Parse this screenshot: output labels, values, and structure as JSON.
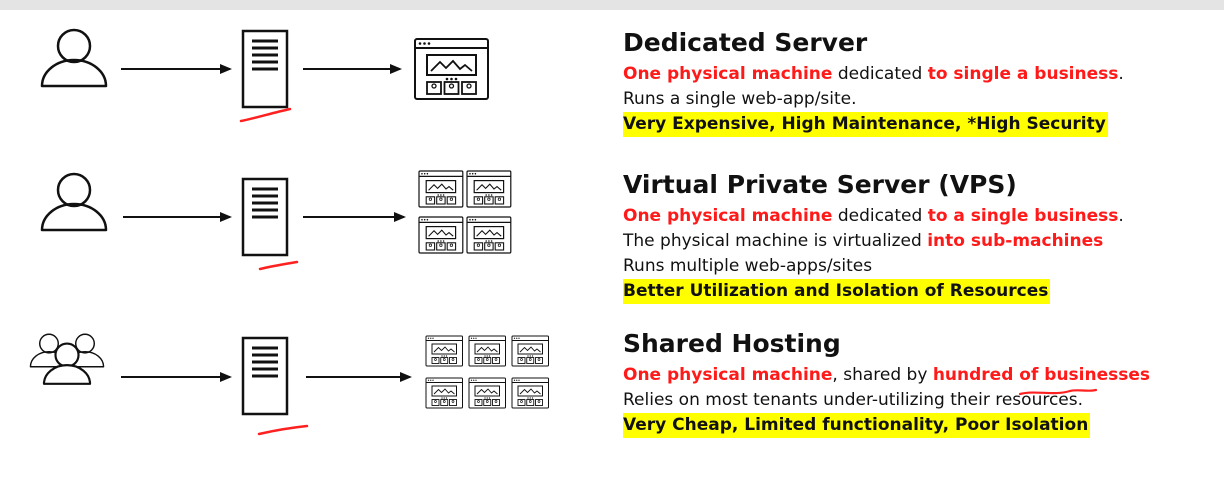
{
  "sections": [
    {
      "title": "Dedicated Server",
      "line1": {
        "a": "One physical machine",
        "b": " dedicated ",
        "c": "to single a business",
        "d": "."
      },
      "line2": "Runs a single web-app/site.",
      "highlight": "Very Expensive, High Maintenance, *High Security"
    },
    {
      "title": "Virtual Private Server (VPS)",
      "line1": {
        "a": "One physical machine",
        "b": " dedicated ",
        "c": "to a single business",
        "d": "."
      },
      "line2": {
        "a": "The physical machine is virtualized ",
        "b": "into sub-machines"
      },
      "line3": "Runs multiple web-apps/sites",
      "highlight": "Better Utilization and Isolation of Resources"
    },
    {
      "title": "Shared Hosting",
      "line1": {
        "a": "One physical machine",
        "b": ", shared by ",
        "c": "hundred of businesses"
      },
      "line2": "Relies on most tenants under-utilizing their resources.",
      "highlight": "Very Cheap, Limited functionality, Poor Isolation"
    }
  ],
  "colors": {
    "emphasis": "#ff1a1a",
    "highlight": "#ffff00",
    "annotation_ink": "#ff2020",
    "icon_stroke": "#111111"
  },
  "icons": {
    "user": "user-icon",
    "users": "user-group-icon",
    "server": "server-tower-icon",
    "web_app": "web-app-window-icon"
  },
  "rows": [
    {
      "user_type": "single",
      "web_apps": 1
    },
    {
      "user_type": "single",
      "web_apps": 4
    },
    {
      "user_type": "group",
      "web_apps": 6
    }
  ]
}
